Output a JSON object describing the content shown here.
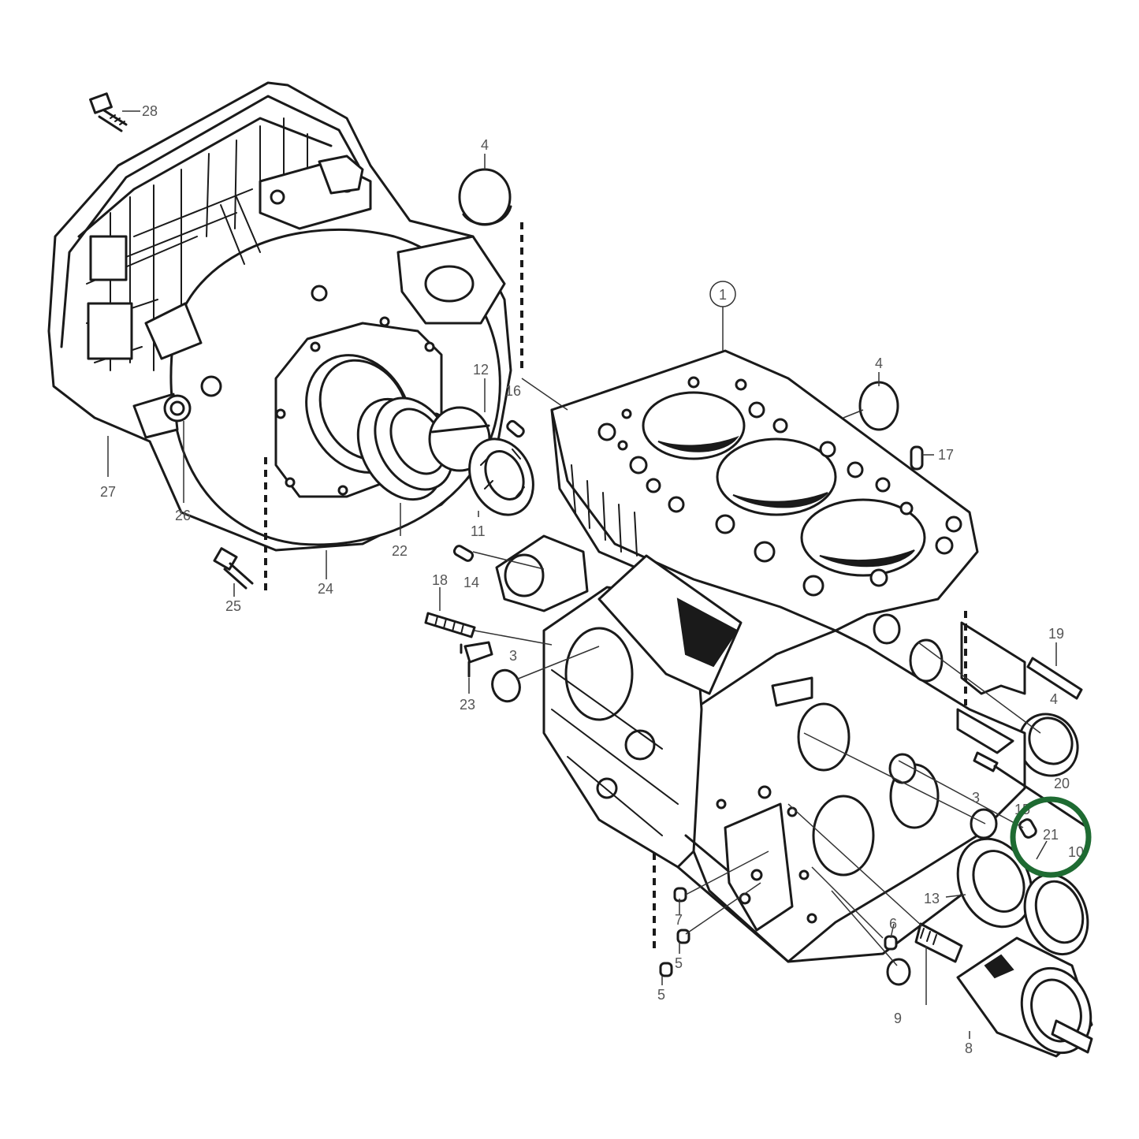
{
  "diagram": {
    "callouts": [
      {
        "id": "c28",
        "text": "28"
      },
      {
        "id": "c4a",
        "text": "4"
      },
      {
        "id": "c1",
        "text": "1"
      },
      {
        "id": "c4b",
        "text": "4"
      },
      {
        "id": "c12",
        "text": "12"
      },
      {
        "id": "c16",
        "text": "16"
      },
      {
        "id": "c17",
        "text": "17"
      },
      {
        "id": "c27",
        "text": "27"
      },
      {
        "id": "c26",
        "text": "26"
      },
      {
        "id": "c22",
        "text": "22"
      },
      {
        "id": "c11",
        "text": "11"
      },
      {
        "id": "c14",
        "text": "14"
      },
      {
        "id": "c18",
        "text": "18"
      },
      {
        "id": "c24",
        "text": "24"
      },
      {
        "id": "c25",
        "text": "25"
      },
      {
        "id": "c3a",
        "text": "3"
      },
      {
        "id": "c23",
        "text": "23"
      },
      {
        "id": "c19",
        "text": "19"
      },
      {
        "id": "c4c",
        "text": "4"
      },
      {
        "id": "c20",
        "text": "20"
      },
      {
        "id": "c3b",
        "text": "3"
      },
      {
        "id": "c15",
        "text": "15"
      },
      {
        "id": "c21",
        "text": "21"
      },
      {
        "id": "c10",
        "text": "10"
      },
      {
        "id": "c13",
        "text": "13"
      },
      {
        "id": "c7",
        "text": "7"
      },
      {
        "id": "c6",
        "text": "6"
      },
      {
        "id": "c5a",
        "text": "5"
      },
      {
        "id": "c5b",
        "text": "5"
      },
      {
        "id": "c9",
        "text": "9"
      },
      {
        "id": "c8",
        "text": "8"
      }
    ],
    "highlight_color": "#1e6b32",
    "line_color": "#1a1a1a",
    "label_color": "#555555"
  }
}
